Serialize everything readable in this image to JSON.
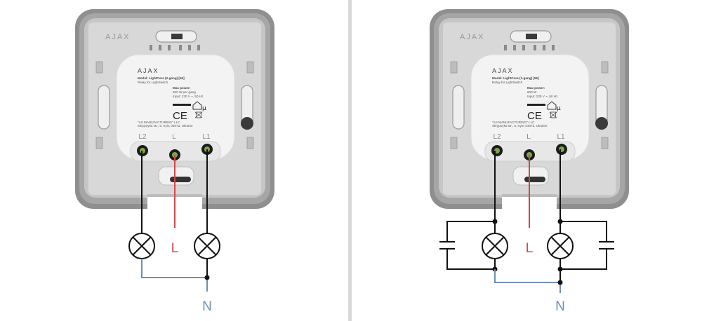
{
  "colors": {
    "frame_outer": "#8d8d8d",
    "frame_inner": "#bdbdbd",
    "plate": "#d6d6d6",
    "module": "#f2f2f2",
    "wire_black": "#111111",
    "wire_live": "#d64545",
    "wire_neutral": "#6e8fb5",
    "divider": "#d9d9d9"
  },
  "left": {
    "frame_logo": "AJAX",
    "module_logo": "AJAX",
    "model_line": "Model: LightCore (2-gang) [55]",
    "subtitle": "Relay for LightSwitch",
    "max_power_label": "Max power:",
    "max_power_value": "300 W per gang",
    "input_line": "Input: 230 V ~, 50 Hz",
    "manufacturer_1": "\"AS MANUFACTURING\" LLC",
    "manufacturer_2": "Skrypnyka str., 5, Kyiv, 04073, Ukraine",
    "terminal_l2": "L2",
    "terminal_l": "L",
    "terminal_l1": "L1",
    "live_label": "L",
    "neutral_label": "N",
    "ce_mark": "CE",
    "mu_mark": "μ"
  },
  "right": {
    "frame_logo": "AJAX",
    "module_logo": "AJAX",
    "model_line": "Model: LightCore (1-gang) [55]",
    "subtitle": "Relay for LightSwitch",
    "max_power_label": "Max power:",
    "max_power_value": "600 W",
    "input_line": "Input: 230 V ~, 50 Hz",
    "manufacturer_1": "\"AS MANUFACTURING\" LLC",
    "manufacturer_2": "Skrypnyka str., 5, Kyiv, 04073, Ukraine",
    "terminal_l2": "L2",
    "terminal_l": "L",
    "terminal_l1": "L1",
    "live_label": "L",
    "neutral_label": "N",
    "ce_mark": "CE",
    "mu_mark": "μ"
  }
}
